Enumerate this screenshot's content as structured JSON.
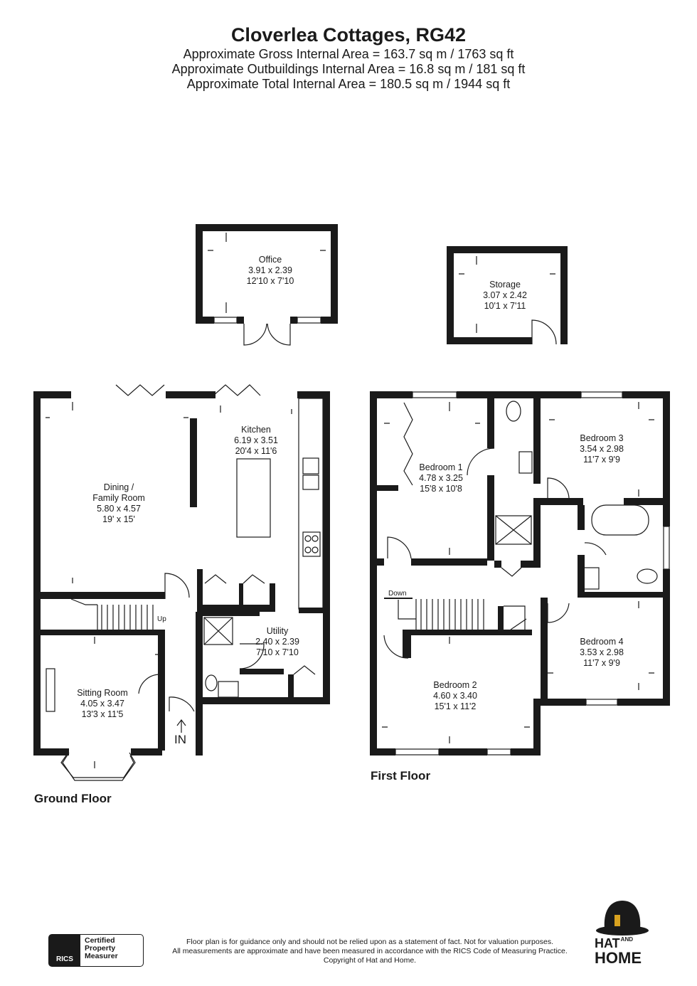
{
  "header": {
    "title": "Cloverlea Cottages, RG42",
    "gross_area": "Approximate Gross Internal Area = 163.7 sq m / 1763 sq ft",
    "outbuildings_area": "Approximate Outbuildings Internal Area = 16.8 sq m / 181 sq ft",
    "total_area": "Approximate Total Internal Area = 180.5 sq m / 1944 sq ft"
  },
  "rooms": {
    "office": {
      "name": "Office",
      "metric": "3.91 x 2.39",
      "imperial": "12'10 x 7'10"
    },
    "storage": {
      "name": "Storage",
      "metric": "3.07 x 2.42",
      "imperial": "10'1 x 7'11"
    },
    "kitchen": {
      "name": "Kitchen",
      "metric": "6.19 x 3.51",
      "imperial": "20'4 x 11'6"
    },
    "dining": {
      "name1": "Dining /",
      "name2": "Family Room",
      "metric": "5.80 x 4.57",
      "imperial": "19' x 15'"
    },
    "utility": {
      "name": "Utility",
      "metric": "2.40 x 2.39",
      "imperial": "7'10 x 7'10"
    },
    "sitting": {
      "name": "Sitting Room",
      "metric": "4.05 x 3.47",
      "imperial": "13'3 x 11'5"
    },
    "bedroom1": {
      "name": "Bedroom 1",
      "metric": "4.78 x 3.25",
      "imperial": "15'8 x 10'8"
    },
    "bedroom2": {
      "name": "Bedroom 2",
      "metric": "4.60 x 3.40",
      "imperial": "15'1 x 11'2"
    },
    "bedroom3": {
      "name": "Bedroom 3",
      "metric": "3.54 x 2.98",
      "imperial": "11'7 x 9'9"
    },
    "bedroom4": {
      "name": "Bedroom 4",
      "metric": "3.53 x 2.98",
      "imperial": "11'7 x 9'9"
    }
  },
  "labels": {
    "up": "Up",
    "down": "Down",
    "entrance": "IN",
    "ground_floor": "Ground Floor",
    "first_floor": "First Floor"
  },
  "footer": {
    "disclaimer_1": "Floor plan is for guidance only and should not be relied upon as a statement of fact. Not for valuation purposes.",
    "disclaimer_2": "All measurements are approximate and have been measured in accordance with the RICS Code of Measuring Practice.",
    "copyright": "Copyright of Hat and Home.",
    "rics_seal": "RICS",
    "rics_line1": "Certified",
    "rics_line2": "Property",
    "rics_line3": "Measurer",
    "logo_word1": "HAT",
    "logo_and": "AND",
    "logo_word2": "HOME"
  }
}
